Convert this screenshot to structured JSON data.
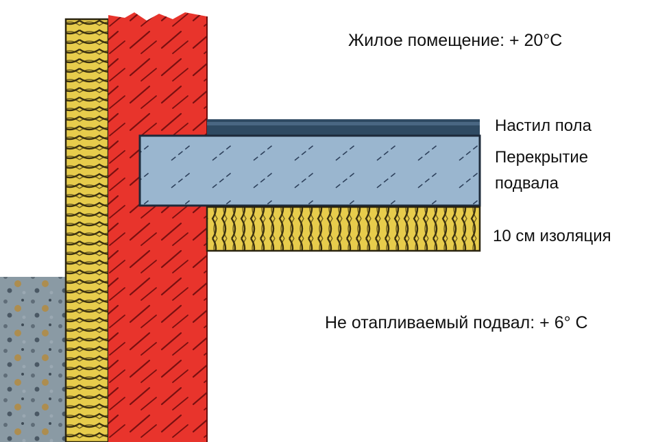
{
  "labels": {
    "living_room": "Жилое помещение: + 20°С",
    "floor_covering": "Настил пола",
    "basement_slab_line1": "Перекрытие",
    "basement_slab_line2": "подвала",
    "insulation": "10 см изоляция",
    "basement": "Не отапливаемый подвал: + 6° С"
  },
  "colors": {
    "brick_wall": "#e8342c",
    "wall_hatch": "#7a1010",
    "insulation": "#e7cc4c",
    "insulation_pattern": "#3a3010",
    "slab": "#9ab6cf",
    "floor_covering": "#2f4a62",
    "ground": "#8a9aa4"
  }
}
